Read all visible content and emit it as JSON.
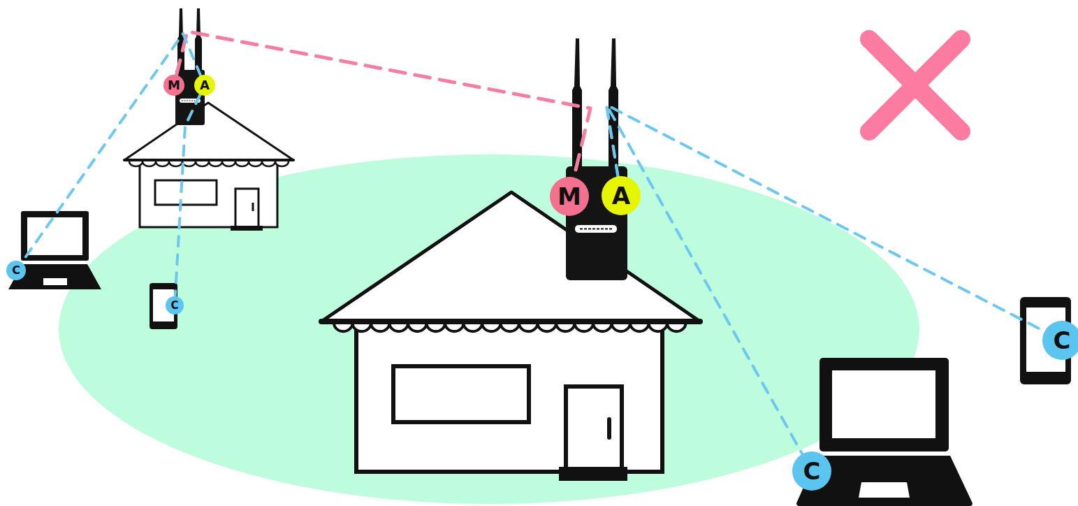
{
  "diagram": {
    "nodes": [
      {
        "text": [
          "M"
        ]
      },
      {
        "text": [
          "A"
        ]
      },
      {
        "text": [
          "C"
        ]
      },
      {
        "text": [
          "C"
        ]
      },
      {
        "text": [
          "M"
        ]
      },
      {
        "text": [
          "A"
        ]
      },
      {
        "text": [
          "C"
        ]
      },
      {
        "text": [
          "C"
        ]
      }
    ],
    "edges": [
      {
        "from": 0,
        "to": 4,
        "arrow": "none"
      },
      {
        "from": 1,
        "to": 2,
        "arrow": "none"
      },
      {
        "from": 1,
        "to": 3,
        "arrow": "none"
      },
      {
        "from": 5,
        "to": 6,
        "arrow": "none"
      },
      {
        "from": 5,
        "to": 7,
        "arrow": "none"
      }
    ]
  }
}
